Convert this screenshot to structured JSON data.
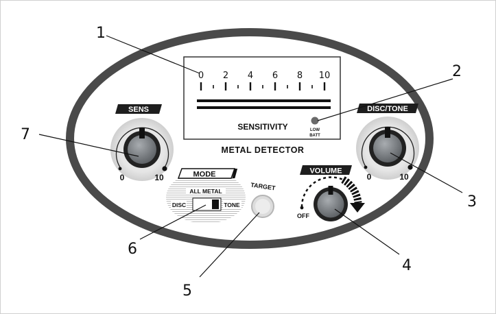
{
  "callouts": [
    "1",
    "2",
    "3",
    "4",
    "5",
    "6",
    "7"
  ],
  "meter": {
    "scale": [
      "0",
      "2",
      "4",
      "6",
      "8",
      "10"
    ],
    "label": "SENSITIVITY",
    "low_batt_line1": "LOW",
    "low_batt_line2": "BATT"
  },
  "title": "METAL DETECTOR",
  "sens": {
    "tag": "SENS",
    "min": "0",
    "max": "10"
  },
  "disc_tone": {
    "tag": "DISC/TONE",
    "min": "0",
    "max": "10"
  },
  "volume": {
    "tag": "VOLUME",
    "off": "OFF"
  },
  "mode": {
    "tag": "MODE",
    "all_metal": "ALL METAL",
    "disc": "DISC",
    "tone": "TONE"
  },
  "target": {
    "label": "TARGET"
  },
  "colors": {
    "panel": "#ffffff",
    "rim": "#4a4a4a",
    "knob": "#707478",
    "knob_ring": "#d9d9d9",
    "tag_bg": "#1e1e1e"
  }
}
